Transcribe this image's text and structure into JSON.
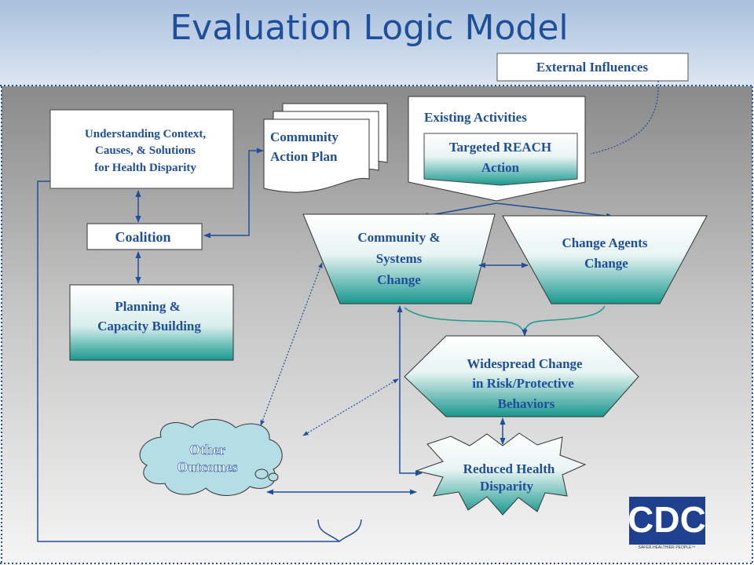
{
  "slide": {
    "title": "Evaluation Logic Model",
    "external_influences": "External Influences",
    "understanding": [
      "Understanding Context,",
      "Causes, & Solutions",
      "for Health Disparity"
    ],
    "coalition": "Coalition",
    "planning": [
      "Planning &",
      "Capacity Building"
    ],
    "community_action_plan": [
      "Community",
      "Action Plan"
    ],
    "existing_activities": "Existing Activities",
    "targeted_reach": [
      "Targeted REACH",
      "Action"
    ],
    "community_systems": [
      "Community &",
      "Systems",
      "Change"
    ],
    "change_agents": [
      "Change Agents",
      "Change"
    ],
    "widespread": [
      "Widespread Change",
      "in Risk/Protective",
      "Behaviors"
    ],
    "reduced": [
      "Reduced Health",
      "Disparity"
    ],
    "other_outcomes": [
      "Other",
      "Outcomes"
    ],
    "logo": {
      "text": "CDC",
      "tagline": "SAFER·HEALTHIER·PEOPLE™"
    }
  },
  "colors": {
    "title": "#1f4e9a",
    "teal": "#1a9c96",
    "cloud": "#b4dde6",
    "arrow": "#1f4e9a",
    "logo_blue": "#1f3f8f"
  }
}
